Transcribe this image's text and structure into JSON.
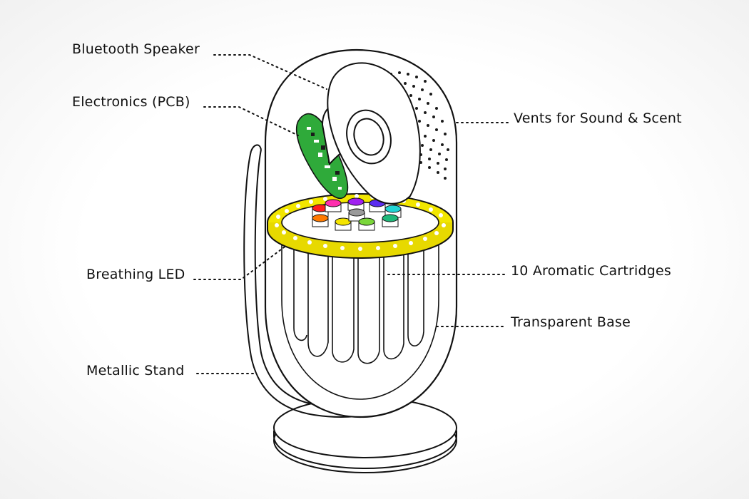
{
  "labels": {
    "bluetooth_speaker": "Bluetooth Speaker",
    "electronics_pcb": "Electronics (PCB)",
    "vents": "Vents for Sound & Scent",
    "breathing_led": "Breathing LED",
    "aromatic_cartridges": "10 Aromatic Cartridges",
    "transparent_base": "Transparent Base",
    "metallic_stand": "Metallic Stand"
  },
  "colors": {
    "outline": "#111111",
    "led_ring": "#f2e600",
    "pcb": "#2faa3a",
    "cartridge_colors": [
      "#ff1e1e",
      "#ff2fae",
      "#a020f0",
      "#5b2df0",
      "#22d4d4",
      "#ff7a00",
      "#f4e400",
      "#9a9a9a",
      "#7ad63a",
      "#1fb87a"
    ]
  }
}
